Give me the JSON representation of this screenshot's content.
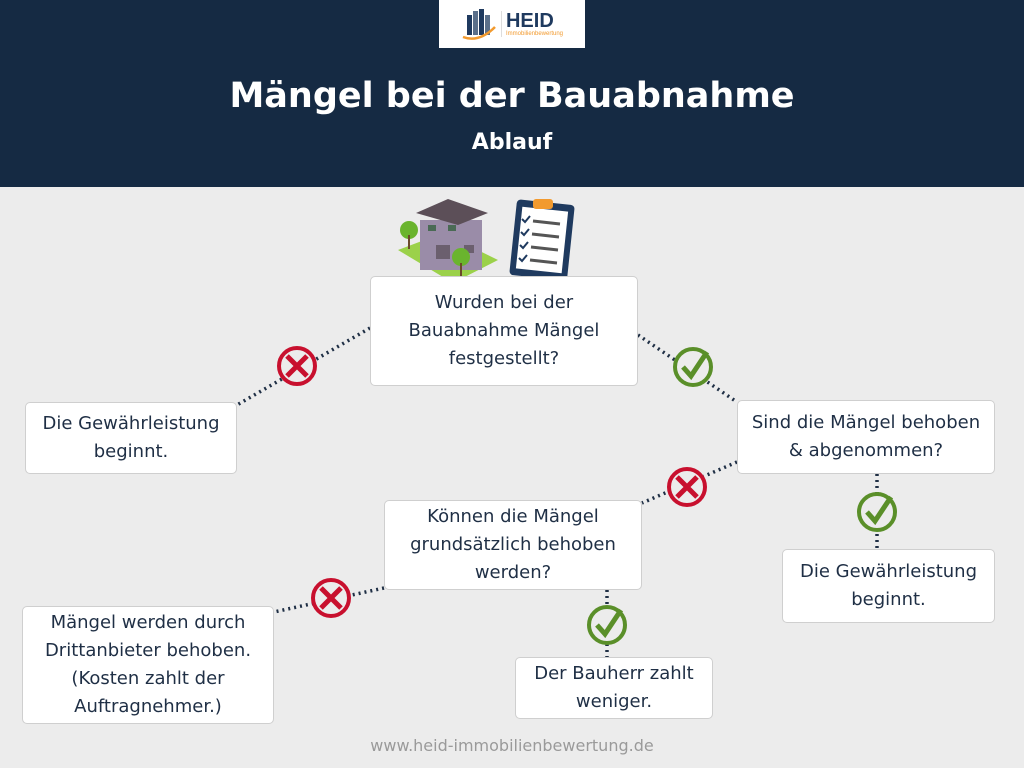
{
  "logo": {
    "name": "HEID",
    "tagline": "Immobilienbewertung"
  },
  "header": {
    "title": "Mängel bei der Bauabnahme",
    "subtitle": "Ablauf"
  },
  "nodes": {
    "q1": "Wurden bei der Bauabnahme Mängel festgestellt?",
    "left_result": "Die Gewährleistung beginnt.",
    "q2": "Sind die Mängel behoben & abgenommen?",
    "right_result": "Die Gewährleistung beginnt.",
    "q3": "Können die Mängel grundsätzlich behoben werden?",
    "third_party": "Mängel werden durch Drittanbieter behoben. (Kosten zahlt der Auftragnehmer.)",
    "pays_less": "Der Bauherr zahlt weniger."
  },
  "colors": {
    "header": "#152a43",
    "no": "#c8102e",
    "yes": "#5a8f29"
  },
  "footer": {
    "url": "www.heid-immobilienbewertung.de"
  }
}
